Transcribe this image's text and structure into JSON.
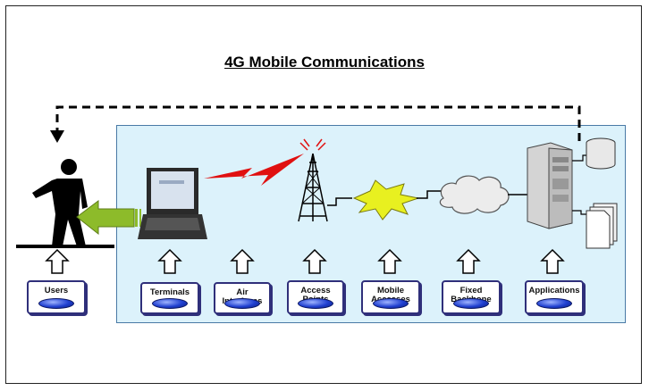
{
  "title": "4G Mobile Communications",
  "labels": {
    "users": "Users",
    "terminals": "Terminals",
    "air_interfaces": "Air\nInterfaces",
    "access_points": "Access\nPoints",
    "mobile_accesses": "Mobile\nAccesses",
    "fixed_backbone": "Fixed\nBackbone",
    "applications": "Applications"
  },
  "colors": {
    "panel_fill": "#dcf2fb",
    "panel_border": "#4a7aa6",
    "feedback_arrow": "#000000",
    "user_arrow": "#8dbb2a",
    "air_link": "#e01010",
    "burst": "#e8f020"
  },
  "icons": [
    "person-icon",
    "laptop-icon",
    "lightning-icon",
    "antenna-tower-icon",
    "burst-icon",
    "cloud-icon",
    "server-icon",
    "database-icon",
    "documents-icon",
    "up-arrow-icon"
  ]
}
